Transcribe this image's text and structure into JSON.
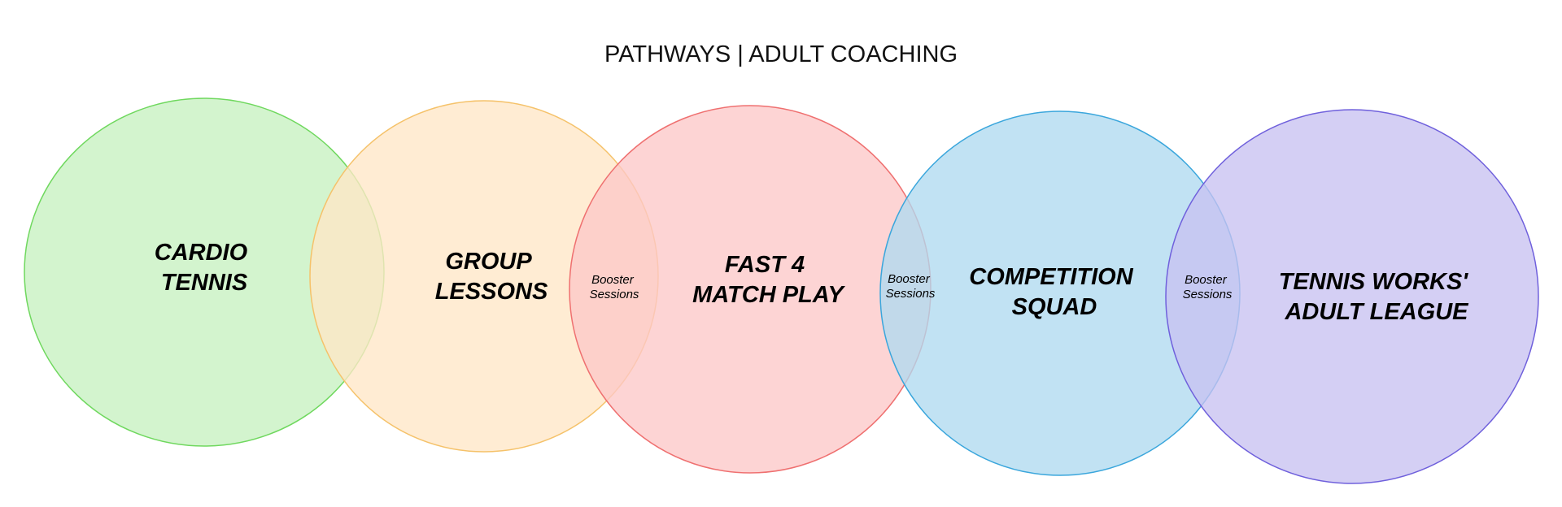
{
  "title": "PATHWAYS | ADULT COACHING",
  "circles": [
    {
      "lines": [
        "CARDIO",
        "TENNIS"
      ],
      "fill": "#c6f1c0",
      "stroke": "#6fd85e"
    },
    {
      "lines": [
        "GROUP",
        "LESSONS"
      ],
      "fill": "#ffe7c6",
      "stroke": "#f5c26a"
    },
    {
      "lines": [
        "FAST 4",
        "MATCH PLAY"
      ],
      "fill": "#fdc8c8",
      "stroke": "#ef7070"
    },
    {
      "lines": [
        "COMPETITION",
        "SQUAD"
      ],
      "fill": "#b0daf0",
      "stroke": "#3aa6dc"
    },
    {
      "lines": [
        "TENNIS WORKS'",
        "ADULT LEAGUE"
      ],
      "fill": "#c8c2f1",
      "stroke": "#6f60dc"
    }
  ],
  "overlaps": [
    {
      "lines": [
        "Booster",
        "Sessions"
      ]
    },
    {
      "lines": [
        "Booster",
        "Sessions"
      ]
    },
    {
      "lines": [
        "Booster",
        "Sessions"
      ]
    }
  ]
}
